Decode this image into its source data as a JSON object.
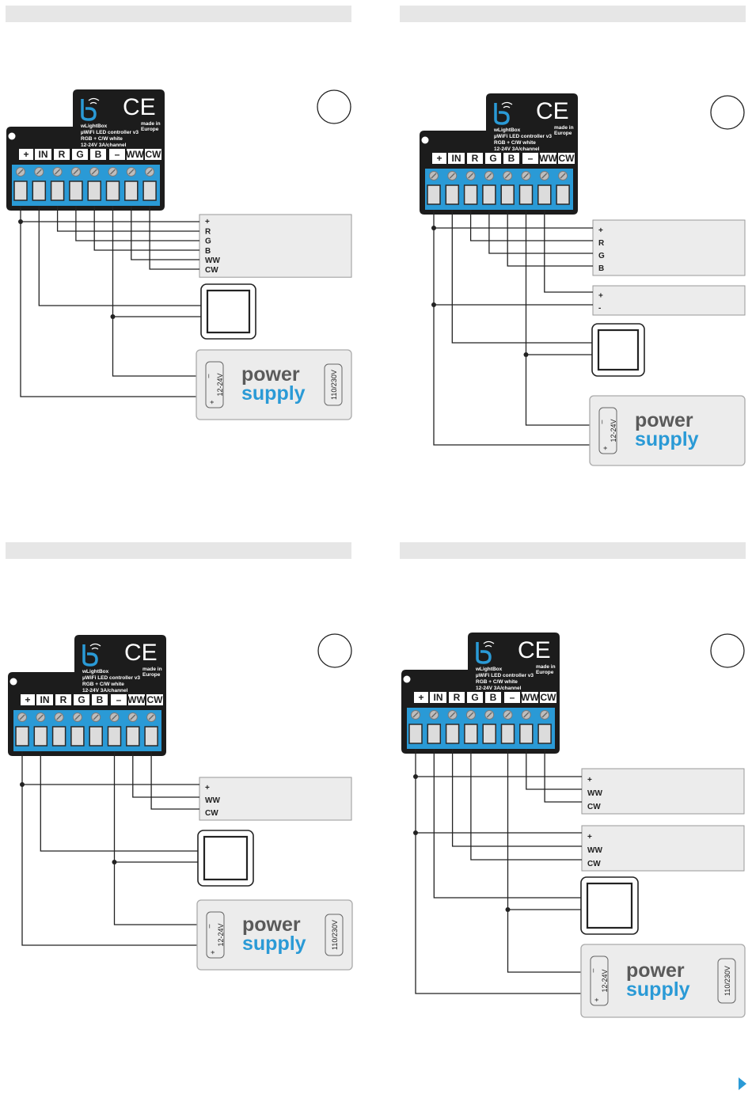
{
  "device": {
    "brand": "wLightBox",
    "model": "µWiFi LED controller v3",
    "subtitle": "RGB + C/W white",
    "rating": "12-24V  3A/channel",
    "made_in_1": "made in",
    "made_in_2": "Europe",
    "ce_mark": "CE",
    "terminals": [
      "+",
      "IN",
      "R",
      "G",
      "B",
      "–",
      "WW",
      "CW"
    ]
  },
  "power_supply": {
    "word1": "power",
    "word2": "supply",
    "minus": "–",
    "plus": "+",
    "dc_voltage": "12-24V",
    "ac_voltage": "110/230V"
  },
  "panels": [
    {
      "id": "top-left",
      "groups": [
        [
          "+",
          "R",
          "G",
          "B",
          "WW",
          "CW"
        ]
      ]
    },
    {
      "id": "top-right",
      "groups": [
        [
          "+",
          "R",
          "G",
          "B"
        ],
        [
          "+",
          "-"
        ]
      ]
    },
    {
      "id": "bottom-left",
      "groups": [
        [
          "+",
          "WW",
          "CW"
        ]
      ]
    },
    {
      "id": "bottom-right",
      "groups": [
        [
          "+",
          "WW",
          "CW"
        ],
        [
          "+",
          "WW",
          "CW"
        ]
      ]
    }
  ],
  "colors": {
    "accent": "#2a9ad6",
    "device": "#1c1c1c",
    "bar": "#e6e6e6"
  }
}
